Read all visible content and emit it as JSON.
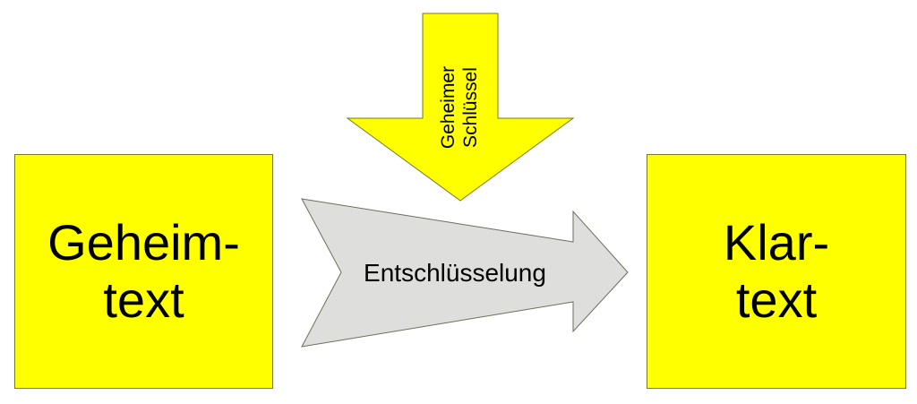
{
  "colors": {
    "box_fill": "#ffff00",
    "key_arrow_fill": "#ffff00",
    "process_arrow_fill": "#dededc",
    "outline": "#7a7a1a"
  },
  "left_box": {
    "line1": "Geheim-",
    "line2": "text"
  },
  "right_box": {
    "line1": "Klar-",
    "line2": "text"
  },
  "key_arrow": {
    "line1": "Geheimer",
    "line2": "Schlüssel"
  },
  "process_arrow": {
    "label": "Entschlüsselung"
  }
}
